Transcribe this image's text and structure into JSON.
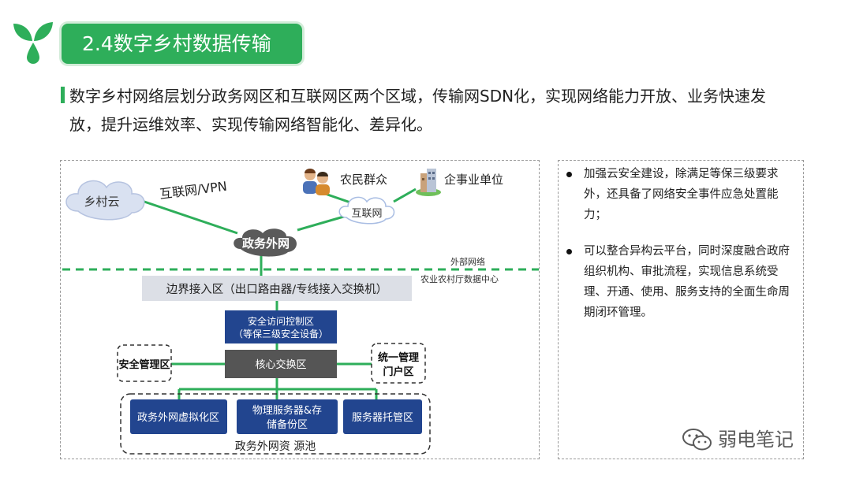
{
  "header": {
    "title": "2.4数字乡村数据传输"
  },
  "intro": {
    "text": "数字乡村网络层划分政务网区和互联网区两个区域，传输网SDN化，实现网络能力开放、业务快速发放，提升运维效率、实现传输网络智能化、差异化。"
  },
  "diagram": {
    "village_cloud": "乡村云",
    "internet_vpn": "互联网/VPN",
    "farmers": "农民群众",
    "enterprises": "企事业单位",
    "internet": "互联网",
    "gov_extranet": "政务外网",
    "external_network": "外部网络",
    "datacenter": "农业农村厅数据中心",
    "border_access": "边界接入区（出口路由器/专线接入交换机）",
    "security_access_line1": "安全访问控制区",
    "security_access_line2": "（等保三级安全设备）",
    "core_switch": "核心交换区",
    "security_mgmt": "安全管理区",
    "unified_mgmt_line1": "统一管理",
    "unified_mgmt_line2": "门户区",
    "virtual_zone": "政务外网虚拟化区",
    "physical_line1": "物理服务器&存",
    "physical_line2": "储备份区",
    "hosting_zone": "服务器托管区",
    "resource_pool": "政务外网资 源池"
  },
  "notes": [
    "加强云安全建设，除满足等保三级要求外，还具备了网络安全事件应急处置能力；",
    "可以整合异构云平台，同时深度融合政府组织机构、审批流程，实现信息系统受理、开通、使用、服务支持的全面生命周期闭环管理。"
  ],
  "watermark": {
    "text": "弱电笔记"
  },
  "colors": {
    "accent_green": "#2eae5a",
    "dark_blue": "#22458f",
    "core_gray": "#555555",
    "band_gray": "#dcdfe6"
  }
}
